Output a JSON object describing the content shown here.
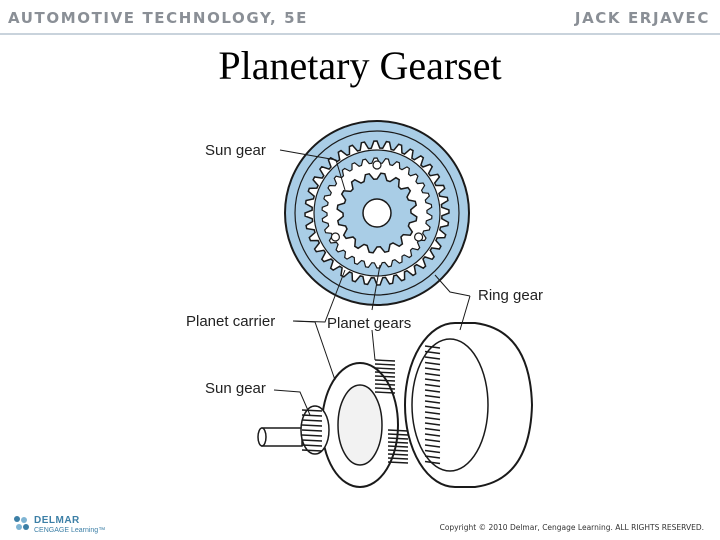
{
  "header": {
    "book_title": "AUTOMOTIVE TECHNOLOGY, 5E",
    "author": "JACK ERJAVEC"
  },
  "slide": {
    "title": "Planetary Gearset"
  },
  "figure": {
    "labels": {
      "sun_gear_top": "Sun gear",
      "ring_gear": "Ring gear",
      "planet_carrier": "Planet  carrier",
      "planet_gears": "Planet gears",
      "sun_gear_bottom": "Sun gear"
    },
    "colors": {
      "gear_fill": "#a9cde6",
      "outline": "#1a1a1a"
    }
  },
  "footer": {
    "logo_name": "DELMAR",
    "logo_sub": "CENGAGE Learning™",
    "copyright": "Copyright © 2010 Delmar, Cengage Learning. ALL RIGHTS RESERVED."
  }
}
